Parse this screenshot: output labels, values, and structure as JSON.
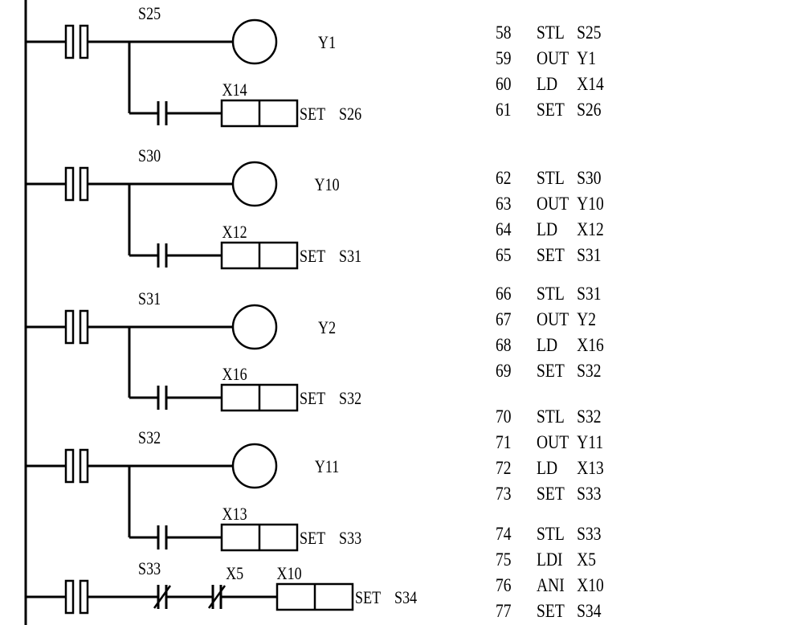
{
  "diagram": {
    "type": "plc-ladder-diagram",
    "rungs": [
      {
        "stl": "S25",
        "coil": "Y1",
        "contact": "X14",
        "contact_type": "NO",
        "set_label": "SET",
        "set_target": "S26"
      },
      {
        "stl": "S30",
        "coil": "Y10",
        "contact": "X12",
        "contact_type": "NO",
        "set_label": "SET",
        "set_target": "S31"
      },
      {
        "stl": "S31",
        "coil": "Y2",
        "contact": "X16",
        "contact_type": "NO",
        "set_label": "SET",
        "set_target": "S32"
      },
      {
        "stl": "S32",
        "coil": "Y11",
        "contact": "X13",
        "contact_type": "NO",
        "set_label": "SET",
        "set_target": "S33"
      },
      {
        "stl": "S33",
        "contacts_nc": [
          "X5",
          "X10"
        ],
        "set_label": "SET",
        "set_target": "S34"
      }
    ]
  },
  "listing": [
    [
      {
        "step": "58",
        "op": "STL",
        "arg": "S25"
      },
      {
        "step": "59",
        "op": "OUT",
        "arg": "Y1"
      },
      {
        "step": "60",
        "op": "LD",
        "arg": "X14"
      },
      {
        "step": "61",
        "op": "SET",
        "arg": "S26"
      }
    ],
    [
      {
        "step": "62",
        "op": "STL",
        "arg": "S30"
      },
      {
        "step": "63",
        "op": "OUT",
        "arg": "Y10"
      },
      {
        "step": "64",
        "op": "LD",
        "arg": "X12"
      },
      {
        "step": "65",
        "op": "SET",
        "arg": "S31"
      }
    ],
    [
      {
        "step": "66",
        "op": "STL",
        "arg": "S31"
      },
      {
        "step": "67",
        "op": "OUT",
        "arg": "Y2"
      },
      {
        "step": "68",
        "op": "LD",
        "arg": "X16"
      },
      {
        "step": "69",
        "op": "SET",
        "arg": "S32"
      }
    ],
    [
      {
        "step": "70",
        "op": "STL",
        "arg": "S32"
      },
      {
        "step": "71",
        "op": "OUT",
        "arg": "Y11"
      },
      {
        "step": "72",
        "op": "LD",
        "arg": "X13"
      },
      {
        "step": "73",
        "op": "SET",
        "arg": "S33"
      }
    ],
    [
      {
        "step": "74",
        "op": "STL",
        "arg": "S33"
      },
      {
        "step": "75",
        "op": "LDI",
        "arg": "X5"
      },
      {
        "step": "76",
        "op": "ANI",
        "arg": "X10"
      },
      {
        "step": "77",
        "op": "SET",
        "arg": "S34"
      }
    ]
  ]
}
